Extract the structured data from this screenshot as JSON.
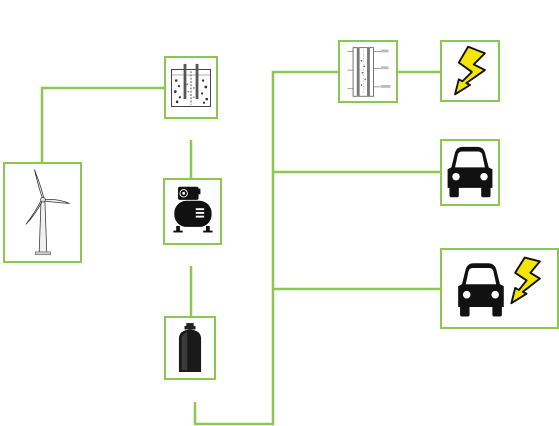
{
  "colors": {
    "connector": "#8cc751",
    "box_border": "#8cc751",
    "icon": "#111111",
    "lightning_fill": "#f5e600"
  },
  "nodes": [
    {
      "id": "wind-turbine",
      "icon": "wind-turbine-icon"
    },
    {
      "id": "electrolyzer",
      "icon": "electrolyzer-cell-icon"
    },
    {
      "id": "compressor",
      "icon": "compressor-icon"
    },
    {
      "id": "gas-cylinder",
      "icon": "gas-cylinder-icon"
    },
    {
      "id": "fuel-cell",
      "icon": "fuel-cell-schematic-icon"
    },
    {
      "id": "electricity",
      "icon": "lightning-icon"
    },
    {
      "id": "fuel-cell-car",
      "icon": "car-icon"
    },
    {
      "id": "electric-car",
      "icon": "car-with-lightning-icon"
    }
  ]
}
